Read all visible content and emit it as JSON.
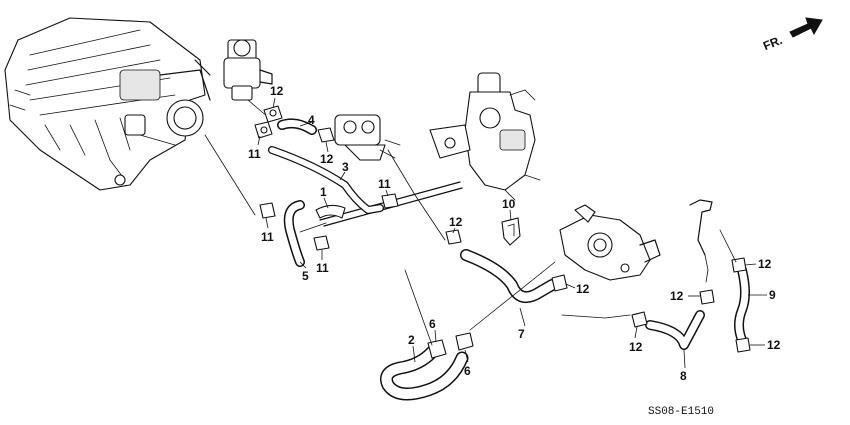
{
  "diagram": {
    "direction_marker": "FR.",
    "drawing_code": "SS08-E1510",
    "callouts": {
      "c1": "1",
      "c2": "2",
      "c3": "3",
      "c4": "4",
      "c5": "5",
      "c6a": "6",
      "c6b": "6",
      "c7": "7",
      "c8": "8",
      "c9": "9",
      "c10": "10",
      "c11a": "11",
      "c11b": "11",
      "c11c": "11",
      "c11d": "11",
      "c12a": "12",
      "c12b": "12",
      "c12c": "12",
      "c12d": "12",
      "c12e": "12",
      "c12f": "12",
      "c12g": "12"
    }
  }
}
